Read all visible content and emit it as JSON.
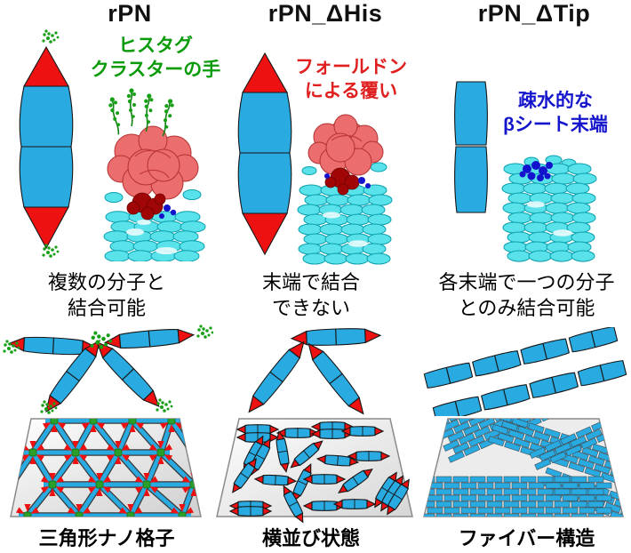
{
  "figure": {
    "columns": [
      {
        "title": "rPN",
        "annotation_line1": "ヒスタグ",
        "annotation_line2": "クラスターの手",
        "binding_line1": "複数の分子と",
        "binding_line2": "結合可能",
        "assembly_label": "三角形ナノ格子"
      },
      {
        "title": "rPN_ΔHis",
        "annotation_line1": "フォールドン",
        "annotation_line2": "による覆い",
        "binding_line1": "末端で結合",
        "binding_line2": "できない",
        "assembly_label": "横並び状態"
      },
      {
        "title": "rPN_ΔTip",
        "annotation_line1": "疎水的な",
        "annotation_line2": "βシート末端",
        "binding_line1": "各末端で一つの分子",
        "binding_line2": "とのみ結合可能",
        "assembly_label": "ファイバー構造"
      }
    ],
    "colors": {
      "schematic_blue": "#29abe2",
      "schematic_red": "#ee1111",
      "histag_green": "#16a016",
      "annotation_green": "#0a9b0a",
      "annotation_red": "#e02020",
      "annotation_blue": "#1414cc",
      "helix_cyan": "#5ae2ea",
      "foldon_red": "#ec6d6d",
      "foldon_dark_red": "#a00606",
      "beta_end_blue": "#1313cd"
    }
  }
}
